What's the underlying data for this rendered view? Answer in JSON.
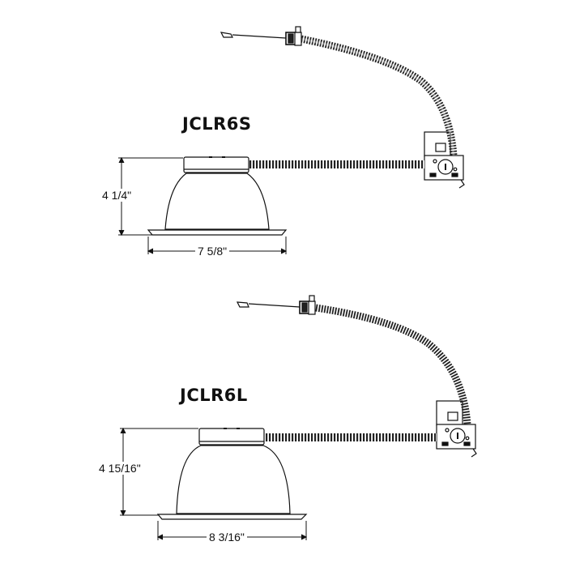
{
  "fixtures": [
    {
      "model": "JCLR6S",
      "height_label": "4 1/4\"",
      "width_label": "7 5/8\""
    },
    {
      "model": "JCLR6L",
      "height_label": "4 15/16\"",
      "width_label": "8 3/16\""
    }
  ],
  "colors": {
    "line": "#111111",
    "background": "#ffffff"
  }
}
